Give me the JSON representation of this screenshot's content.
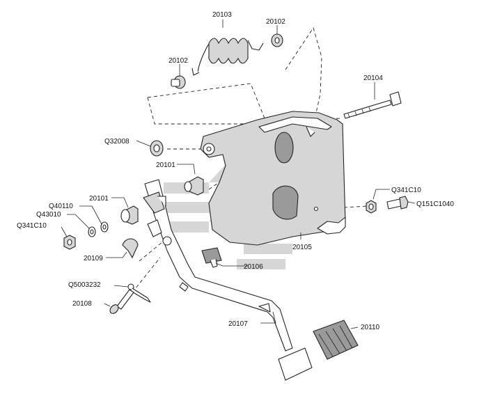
{
  "diagram": {
    "labels": {
      "spring": "20103",
      "bushing_top_right": "20102",
      "bushing_top_left": "20102",
      "long_bolt": "20104",
      "washer_q32008": "Q32008",
      "bushing_inner": "20101",
      "bushing_outer": "20101",
      "washer_q40110": "Q40110",
      "washer_q43010": "Q43010",
      "nut_left": "Q341C10",
      "clip": "20109",
      "nut_right": "Q341C10",
      "bolt_right": "Q151C1040",
      "bracket": "20105",
      "stop_block": "20106",
      "cotter_pin": "Q5003232",
      "clevis_pin": "20108",
      "pedal_arm": "20107",
      "pedal_pad": "20110"
    },
    "colors": {
      "line": "#222222",
      "watermark": "#c8c8c8",
      "bracket_fill": "#d6d6d6"
    }
  }
}
